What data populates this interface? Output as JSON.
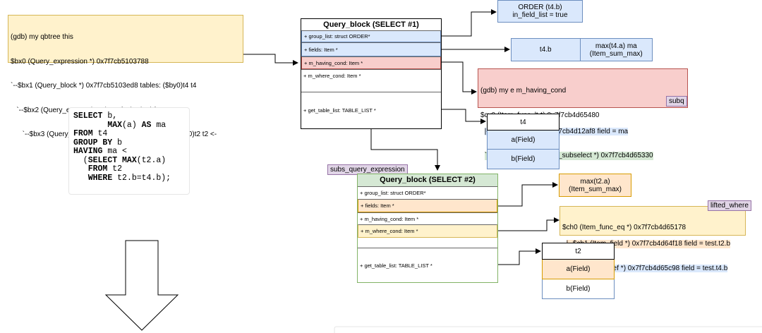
{
  "qbtree_note": {
    "lines": [
      "(gdb) my qbtree this",
      "$bx0 (Query_expression *) 0x7f7cb5103788",
      "`--$bx1 (Query_block *) 0x7f7cb5103ed8 tables: ($by0)t4 t4",
      "   `--$bx2 (Query_expression *) 0x7f7cb4d12bf8",
      "      `--$bx3 (Query_block *) 0x7f7cb4d13348 tables: ($bz0)t2 t2 <-"
    ]
  },
  "sql": {
    "lines": [
      [
        {
          "t": "SELECT",
          "kw": true
        },
        {
          "t": " b,"
        }
      ],
      [
        {
          "t": "       "
        },
        {
          "t": "MAX",
          "kw": true
        },
        {
          "t": "(a) "
        },
        {
          "t": "AS",
          "kw": true
        },
        {
          "t": " ma"
        }
      ],
      [
        {
          "t": "FROM",
          "kw": true
        },
        {
          "t": " t4"
        }
      ],
      [
        {
          "t": "GROUP BY",
          "kw": true
        },
        {
          "t": " b"
        }
      ],
      [
        {
          "t": "HAVING",
          "kw": true
        },
        {
          "t": " ma <"
        }
      ],
      [
        {
          "t": "  ("
        },
        {
          "t": "SELECT MAX",
          "kw": true
        },
        {
          "t": "(t2.a)"
        }
      ],
      [
        {
          "t": "   "
        },
        {
          "t": "FROM",
          "kw": true
        },
        {
          "t": " t2"
        }
      ],
      [
        {
          "t": "   "
        },
        {
          "t": "WHERE",
          "kw": true
        },
        {
          "t": " t2.b=t4.b);"
        }
      ]
    ]
  },
  "qb1": {
    "title": "Query_block (SELECT #1)",
    "rows": [
      "+ group_list: struct ORDER*",
      "+ fields: Item *",
      "+ m_having_cond: Item *",
      "+ m_where_cond: Item *",
      "",
      "+ get_table_list: TABLE_LIST *"
    ]
  },
  "qb2": {
    "title": "Query_block (SELECT #2)",
    "rows": [
      "+ group_list: struct ORDER*",
      "+ fields: Item *",
      "+ m_having_cond: Item *",
      "+ m_where_cond: Item *",
      "",
      "+ get_table_list: TABLE_LIST *"
    ]
  },
  "order_box": {
    "line1": "ORDER (t4.b)",
    "line2": "in_field_list = true"
  },
  "fields1": {
    "col1": "t4.b",
    "col2_line1": "max(t4.a) ma",
    "col2_line2": "(Item_sum_max)"
  },
  "having_note": {
    "lines": [
      "(gdb) my e m_having_cond",
      "$cv0 (Item_func_lt *) 0x7f7cb4d65480",
      "|--$cv1 (Item_ref *) 0x7f7cb4d12af8 field = ma",
      "`--$cv2 (Item_singlerow_subselect *) 0x7f7cb4d65330"
    ],
    "tag": "subq"
  },
  "t4_table": {
    "name": "t4",
    "rows": [
      "a(Field)",
      "b(Field)"
    ]
  },
  "subs_tag": "subs_query_expression",
  "fields2": {
    "line1": "max(t2.a)",
    "line2": "(Item_sum_max)"
  },
  "where_note": {
    "lines": [
      "$ch0 (Item_func_eq *) 0x7f7cb4d65178",
      "|--$ch1 (Item_field *) 0x7f7cb4d64f18 field = test.t2.b",
      "`--$ch2 (Item_ref *) 0x7f7cb4d65c98 field = test.t4.b"
    ],
    "tag": "lifted_where"
  },
  "t2_table": {
    "name": "t2",
    "rows": [
      "a(Field)",
      "b(Field)"
    ]
  },
  "colors": {
    "yellow": "#fff2cc",
    "red": "#f8cecc",
    "blue": "#dae8fc",
    "orange": "#ffe6cc",
    "green": "#d5e8d4",
    "purple": "#e1d5e7"
  }
}
